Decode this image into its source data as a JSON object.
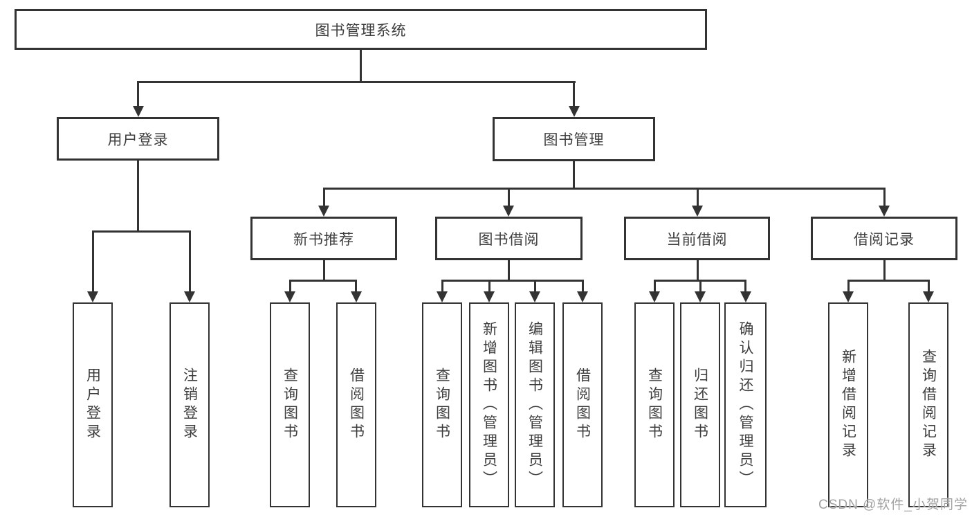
{
  "colors": {
    "line": "#333333",
    "node_text": "#3d3d3d",
    "watermark_text": "#a2a2a2",
    "background": "#ffffff"
  },
  "tree": {
    "label": "图书管理系统",
    "children": [
      {
        "label": "用户登录",
        "children": [
          {
            "label": "用户登录"
          },
          {
            "label": "注销登录"
          }
        ]
      },
      {
        "label": "图书管理",
        "children": [
          {
            "label": "新书推荐",
            "children": [
              {
                "label": "查询图书"
              },
              {
                "label": "借阅图书"
              }
            ]
          },
          {
            "label": "图书借阅",
            "children": [
              {
                "label": "查询图书"
              },
              {
                "label": "新增图书（管理员）"
              },
              {
                "label": "编辑图书（管理员）"
              },
              {
                "label": "借阅图书"
              }
            ]
          },
          {
            "label": "当前借阅",
            "children": [
              {
                "label": "查询图书"
              },
              {
                "label": "归还图书"
              },
              {
                "label": "确认归还（管理员）"
              }
            ]
          },
          {
            "label": "借阅记录",
            "children": [
              {
                "label": "新增借阅记录"
              },
              {
                "label": "查询借阅记录"
              }
            ]
          }
        ]
      }
    ]
  },
  "watermark": {
    "text": "CSDN @软件_小贺同学"
  }
}
